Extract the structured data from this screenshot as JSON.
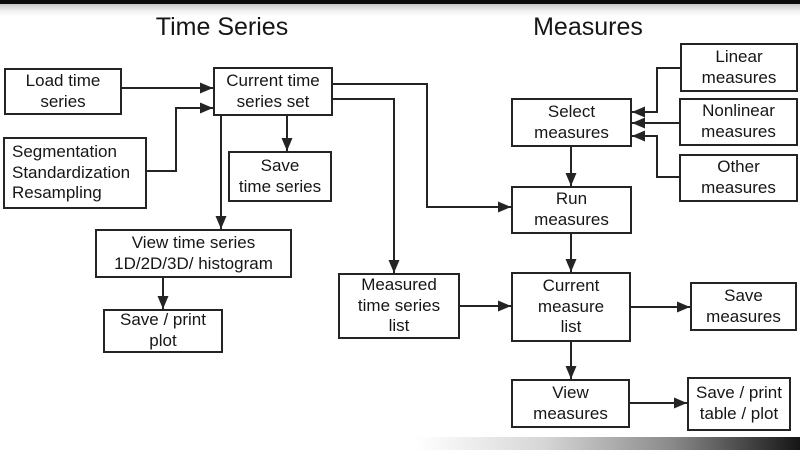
{
  "titles": {
    "left": "Time Series",
    "right": "Measures"
  },
  "nodes": {
    "load_time_series": {
      "label": "Load time\nseries"
    },
    "current_time_series_set": {
      "label": "Current time\nseries set"
    },
    "segmentation": {
      "label": "Segmentation\nStandardization\nResampling"
    },
    "save_time_series": {
      "label": "Save\ntime series"
    },
    "view_time_series": {
      "label": "View time series\n1D/2D/3D/ histogram"
    },
    "save_print_plot": {
      "label": "Save / print\nplot"
    },
    "measured_time_series_list": {
      "label": "Measured\ntime series\nlist"
    },
    "select_measures": {
      "label": "Select\nmeasures"
    },
    "run_measures": {
      "label": "Run\nmeasures"
    },
    "current_measure_list": {
      "label": "Current\nmeasure\nlist"
    },
    "view_measures": {
      "label": "View\nmeasures"
    },
    "linear_measures": {
      "label": "Linear\nmeasures"
    },
    "nonlinear_measures": {
      "label": "Nonlinear\nmeasures"
    },
    "other_measures": {
      "label": "Other\nmeasures"
    },
    "save_measures": {
      "label": "Save\nmeasures"
    },
    "save_print_table_plot": {
      "label": "Save / print\ntable / plot"
    }
  },
  "edges": [
    {
      "from": "load_time_series",
      "to": "current_time_series_set"
    },
    {
      "from": "segmentation",
      "to": "current_time_series_set"
    },
    {
      "from": "current_time_series_set",
      "to": "save_time_series"
    },
    {
      "from": "current_time_series_set",
      "to": "view_time_series"
    },
    {
      "from": "current_time_series_set",
      "to": "run_measures"
    },
    {
      "from": "current_time_series_set",
      "to": "measured_time_series_list"
    },
    {
      "from": "view_time_series",
      "to": "save_print_plot"
    },
    {
      "from": "measured_time_series_list",
      "to": "current_measure_list"
    },
    {
      "from": "linear_measures",
      "to": "select_measures"
    },
    {
      "from": "nonlinear_measures",
      "to": "select_measures"
    },
    {
      "from": "other_measures",
      "to": "select_measures"
    },
    {
      "from": "select_measures",
      "to": "run_measures"
    },
    {
      "from": "run_measures",
      "to": "current_measure_list"
    },
    {
      "from": "current_measure_list",
      "to": "save_measures"
    },
    {
      "from": "current_measure_list",
      "to": "view_measures"
    },
    {
      "from": "view_measures",
      "to": "save_print_table_plot"
    }
  ],
  "colors": {
    "line": "#242424",
    "box_border": "#242424",
    "box_fill": "#ffffff",
    "text": "#161616",
    "letterbox": "#0c0c0c",
    "background": "#ffffff"
  }
}
